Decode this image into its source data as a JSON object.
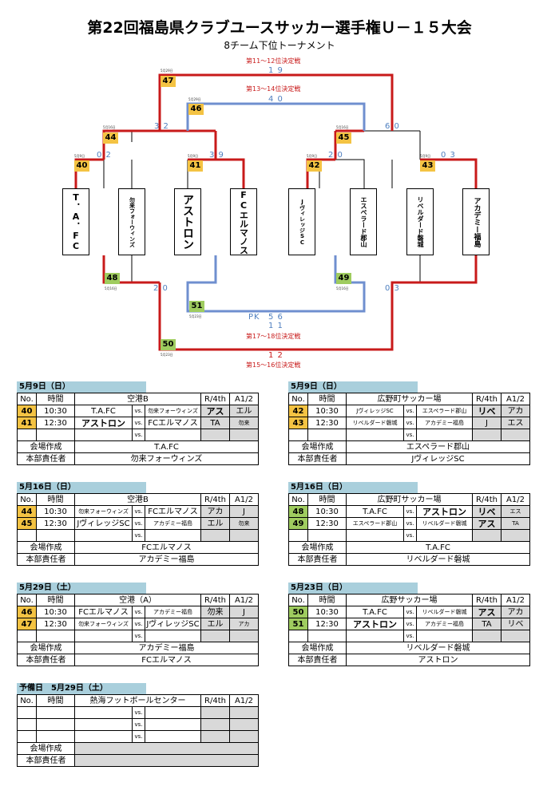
{
  "title": "第22回福島県クラブユースサッカー選手権Ｕ－１５大会",
  "subtitle": "8チーム下位トーナメント",
  "teams": [
    "T．A．FC",
    "勿来フォーウィンズ",
    "アストロン",
    "FCエルマノス",
    "JヴィレッジSC",
    "エスペラード郡山",
    "リベルダード磐城",
    "アカデミー福島"
  ],
  "bracket": {
    "labels": {
      "l1112": "第11～12位決定戦",
      "l1314": "第13～14位決定戦",
      "l1718": "第17～18位決定戦",
      "l1516": "第15～16位決定戦"
    },
    "match_nos": [
      "47",
      "46",
      "44",
      "45",
      "40",
      "41",
      "42",
      "43",
      "48",
      "49",
      "51",
      "50"
    ],
    "scores": {
      "m47": "1  9",
      "m46": "4  0",
      "m44": "3  2",
      "m45": "6  0",
      "m40": "0  2",
      "m41": "3  9",
      "m42": "2  0",
      "m43": "0  3",
      "m48": "2  0",
      "m49": "0  3",
      "m51": "5  6",
      "m51pk": "PK",
      "m51b": "1  1",
      "m50": "1  2"
    },
    "dates": {
      "d47": "5月29日",
      "d46": "5月29日",
      "d44": "5月16日",
      "d45": "5月16日",
      "d40": "5月9日",
      "d41": "5月9日",
      "d42": "5月9日",
      "d43": "5月9日",
      "d48": "5月16日",
      "d49": "5月16日",
      "d51": "5月23日",
      "d50": "5月23日"
    }
  },
  "common": {
    "no": "No.",
    "time": "時間",
    "r4": "R/4th",
    "a12": "A1/2",
    "vs": "vs.",
    "venue_maker": "会場作成",
    "hq": "本部責任者"
  },
  "sched": {
    "s1": {
      "date": "5月9日（日）",
      "venue": "空港B",
      "rows": [
        {
          "no": "40",
          "time": "10:30",
          "home": "T.A.FC",
          "away": "勿来フォーウィンズ",
          "r": "アス",
          "a": "エル"
        },
        {
          "no": "41",
          "time": "12:30",
          "home": "アストロン",
          "away": "FCエルマノス",
          "r": "TA",
          "a": "勿来"
        }
      ],
      "maker": "T.A.FC",
      "hq": "勿来フォーウィンズ"
    },
    "s2": {
      "date": "5月9日（日）",
      "venue": "広野町サッカー場",
      "rows": [
        {
          "no": "42",
          "time": "10:30",
          "home": "JヴィレッジSC",
          "away": "エスペラード郡山",
          "r": "リベ",
          "a": "アカ"
        },
        {
          "no": "43",
          "time": "12:30",
          "home": "リベルダード磐城",
          "away": "アカデミー福島",
          "r": "J",
          "a": "エス"
        }
      ],
      "maker": "エスペラード郡山",
      "hq": "JヴィレッジSC"
    },
    "s3": {
      "date": "5月16日（日）",
      "venue": "空港B",
      "rows": [
        {
          "no": "44",
          "time": "10:30",
          "home": "勿来フォーウィンズ",
          "away": "FCエルマノス",
          "r": "アカ",
          "a": "J"
        },
        {
          "no": "45",
          "time": "12:30",
          "home": "JヴィレッジSC",
          "away": "アカデミー福島",
          "r": "エル",
          "a": "勿来"
        }
      ],
      "maker": "FCエルマノス",
      "hq": "アカデミー福島"
    },
    "s4": {
      "date": "5月16日（日）",
      "venue": "広野町サッカー場",
      "rows": [
        {
          "no": "48",
          "time": "10:30",
          "home": "T.A.FC",
          "away": "アストロン",
          "r": "リベ",
          "a": "エス"
        },
        {
          "no": "49",
          "time": "12:30",
          "home": "エスペラード郡山",
          "away": "リベルダード磐城",
          "r": "アス",
          "a": "TA"
        }
      ],
      "maker": "T.A.FC",
      "hq": "リベルダード磐城"
    },
    "s5": {
      "date": "5月29日（土）",
      "venue": "空港（A）",
      "rows": [
        {
          "no": "46",
          "time": "10:30",
          "home": "FCエルマノス",
          "away": "アカデミー福島",
          "r": "勿来",
          "a": "J"
        },
        {
          "no": "47",
          "time": "12:30",
          "home": "勿来フォーウィンズ",
          "away": "JヴィレッジSC",
          "r": "エル",
          "a": "アカ"
        }
      ],
      "maker": "アカデミー福島",
      "hq": "FCエルマノス"
    },
    "s6": {
      "date": "5月23日（日）",
      "venue": "広野サッカー場",
      "rows": [
        {
          "no": "50",
          "time": "10:30",
          "home": "T.A.FC",
          "away": "リベルダード磐城",
          "r": "アス",
          "a": "アカ"
        },
        {
          "no": "51",
          "time": "12:30",
          "home": "アストロン",
          "away": "アカデミー福島",
          "r": "TA",
          "a": "リベ"
        }
      ],
      "maker": "リベルダード磐城",
      "hq": "アストロン"
    },
    "s7": {
      "date": "予備日　5月29日（土）",
      "venue": "熱海フットボールセンター",
      "rows": [],
      "maker": "",
      "hq": ""
    }
  },
  "colors": {
    "win_line": "#c81a1a",
    "alt_line": "#6f8fcf",
    "round1": "#f4c343",
    "place": "#9fcc5f",
    "header": "#a9cfdc"
  }
}
